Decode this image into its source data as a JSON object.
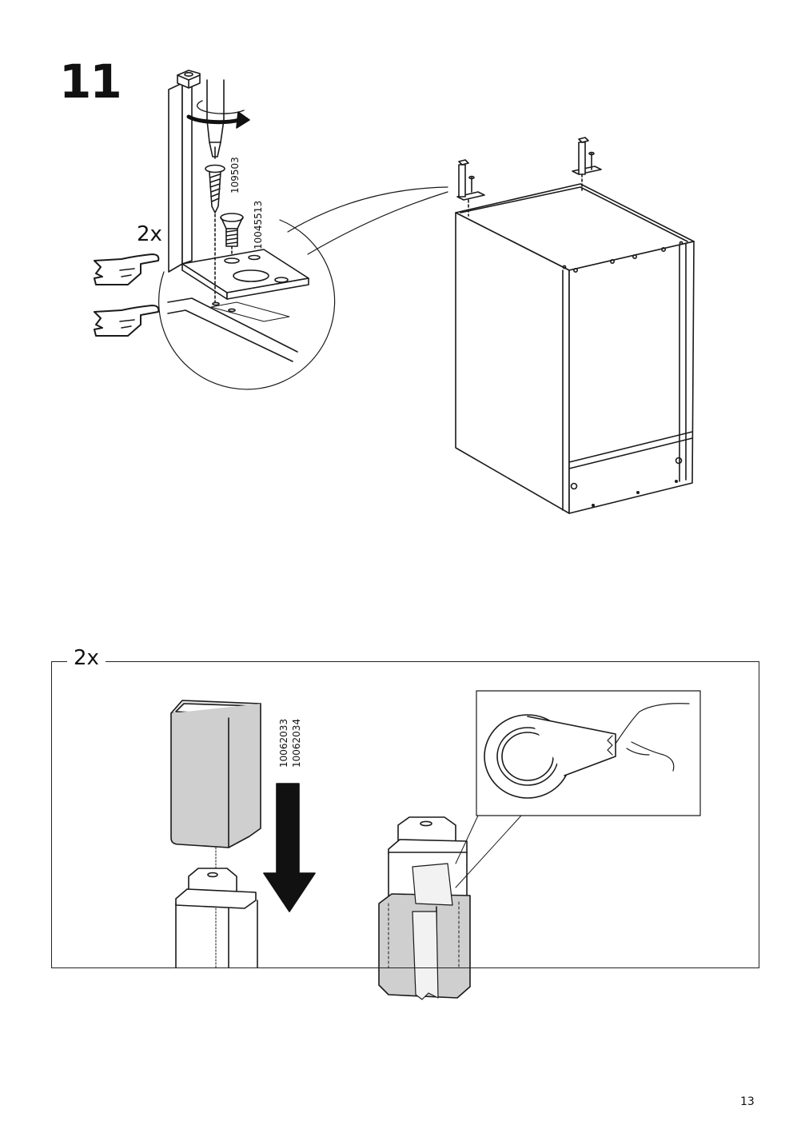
{
  "step": {
    "number": "11",
    "quantity": "2x"
  },
  "parts": {
    "screw_wood": "109503",
    "screw_machine": "10045513",
    "leg_sleeve_a": "10062033",
    "leg_sleeve_b": "10062034"
  },
  "sub_step": {
    "quantity": "2x"
  },
  "page": {
    "number": "13"
  }
}
